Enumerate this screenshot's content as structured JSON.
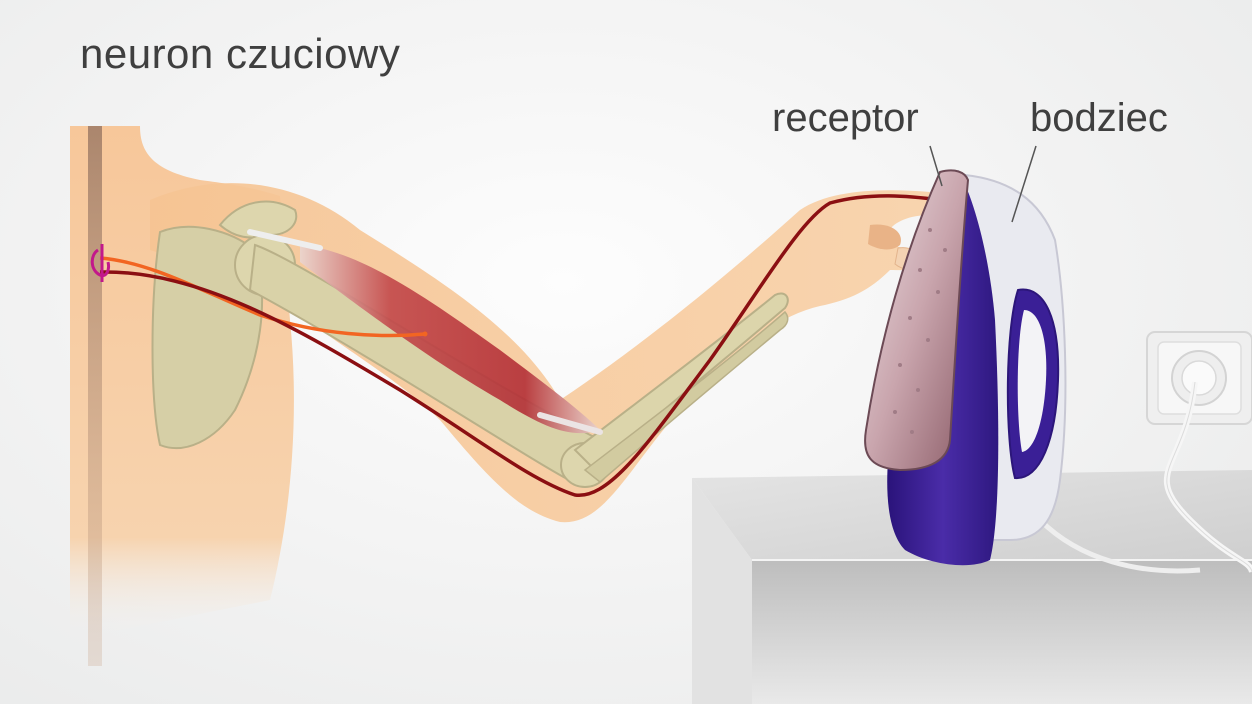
{
  "title": "neuron czuciowy",
  "labels": {
    "receptor": "receptor",
    "stimulus": "bodziec"
  },
  "colors": {
    "sensory_neuron": "#8b0f12",
    "motor_neuron": "#f26522",
    "interneuron": "#c2188b",
    "skin": "#f7c99a",
    "bone": "#d8d2ab",
    "muscle": "#b5343a",
    "iron_body": "#3c1f8c",
    "iron_plate": "#c79fa8",
    "table": "#dcdcdc"
  },
  "icons": {
    "arm": "arm-anatomy-icon",
    "iron": "iron-icon",
    "socket": "wall-socket-icon",
    "table": "table-icon"
  }
}
